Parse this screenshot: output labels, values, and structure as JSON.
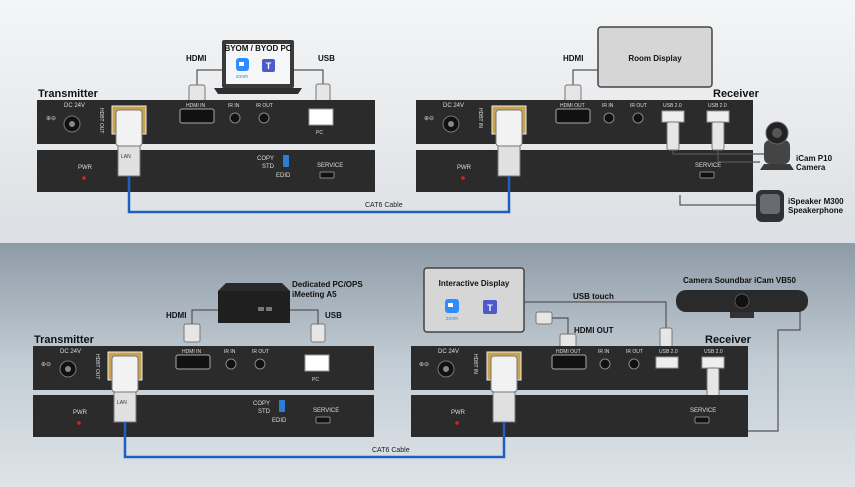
{
  "colors": {
    "top_bg": "#eceef0",
    "bottom_bg": "#b8c3cc",
    "device": "#2b2b2b",
    "cat6": "#1f5fbf",
    "pwr_led": "#e02020",
    "switch": "#2a7fd4"
  },
  "icons": [
    "zoom-logo",
    "teams-logo",
    "laptop",
    "hdmi-plug",
    "usb-plug",
    "rj45-plug",
    "camera",
    "speakerphone",
    "soundbar",
    "pc-box",
    "display"
  ],
  "top": {
    "transmitter": {
      "title": "Transmitter",
      "dc": "DC 24V",
      "hdbt": "HDBT OUT",
      "hdmi_port": "HDMI IN",
      "ir_in": "IR IN",
      "ir_out": "IR OUT",
      "usb_port": "PC",
      "lan": "LAN",
      "pwr": "PWR",
      "copy": "COPY",
      "std": "STD",
      "edid": "EDID",
      "service": "SERVICE"
    },
    "receiver": {
      "title": "Receiver",
      "dc": "DC 24V",
      "hdbt": "HDBT IN",
      "hdmi_port": "HDMI OUT",
      "ir_in": "IR IN",
      "ir_out": "IR OUT",
      "usb1": "USB 2.0",
      "usb2": "USB 2.0",
      "pwr": "PWR",
      "service": "SERVICE"
    },
    "hdmi_label": "HDMI",
    "usb_label": "USB",
    "hdmi_label_rx": "HDMI",
    "laptop_title": "BYOM / BYOD PC",
    "zoom_text": "zoom",
    "room_display": "Room Display",
    "camera": "iCam P10\nCamera",
    "camera_l1": "iCam P10",
    "camera_l2": "Camera",
    "speaker_l1": "iSpeaker M300",
    "speaker_l2": "Speakerphone",
    "cable": "CAT6 Cable"
  },
  "bottom": {
    "transmitter": {
      "title": "Transmitter",
      "dc": "DC 24V",
      "hdbt": "HDBT OUT",
      "hdmi_port": "HDMI IN",
      "ir_in": "IR IN",
      "ir_out": "IR OUT",
      "usb_port": "PC",
      "lan": "LAN",
      "pwr": "PWR",
      "copy": "COPY",
      "std": "STD",
      "edid": "EDID",
      "service": "SERVICE"
    },
    "receiver": {
      "title": "Receiver",
      "dc": "DC 24V",
      "hdbt": "HDBT IN",
      "hdmi_port": "HDMI OUT",
      "ir_in": "IR IN",
      "ir_out": "IR OUT",
      "usb1": "USB 2.0",
      "usb2": "USB 2.0",
      "pwr": "PWR",
      "service": "SERVICE"
    },
    "hdmi_label": "HDMI",
    "usb_label": "USB",
    "pc_l1": "Dedicated PC/OPS",
    "pc_l2": "iMeeting A5",
    "interactive_display": "Interactive Display",
    "zoom_text": "zoom",
    "usb_touch": "USB touch",
    "hdmi_out": "HDMI OUT",
    "soundbar": "Camera Soundbar  iCam VB50",
    "cable": "CAT6 Cable"
  }
}
